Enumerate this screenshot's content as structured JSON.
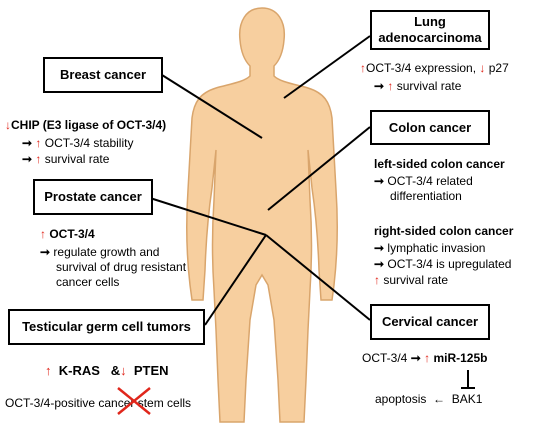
{
  "boxes": {
    "lung": "Lung adenocarcinoma",
    "breast": "Breast cancer",
    "colon": "Colon cancer",
    "prostate": "Prostate cancer",
    "testicular": "Testicular germ cell tumors",
    "cervical": "Cervical cancer"
  },
  "lung": {
    "line1": "OCT-3/4 expression,",
    "line1_tail": "p27",
    "line2": "survival rate"
  },
  "breast": {
    "chip": "CHIP (E3 ligase of OCT-3/4)",
    "line2": "OCT-3/4 stability",
    "line3": "survival rate"
  },
  "prostate": {
    "head": "OCT-3/4",
    "line2": "regulate growth and",
    "line3": "survival of drug resistant",
    "line4": "cancer cells"
  },
  "colon": {
    "left_head": "left-sided colon cancer",
    "left_l1": "OCT-3/4 related",
    "left_l2": "differentiation",
    "right_head": "right-sided colon cancer",
    "right_l1": "lymphatic invasion",
    "right_l2": "OCT-3/4 is upregulated",
    "right_l3": "survival rate"
  },
  "testicular": {
    "kras": "K-RAS",
    "amp": "&",
    "pten": "PTEN",
    "stem": "OCT-3/4-positive cancer stem cells"
  },
  "cervical": {
    "oct": "OCT-3/4",
    "mir": "miR-125b",
    "apoptosis": "apoptosis",
    "bak1": "BAK1"
  },
  "colors": {
    "body": "#f7cf9f",
    "body_outline": "#d9a56c",
    "arrow_red": "#e0261b",
    "line": "#000000"
  },
  "icons": {
    "up": "red-up-arrow",
    "down": "red-down-arrow",
    "right": "black-right-arrow",
    "cross": "red-x-mark"
  }
}
